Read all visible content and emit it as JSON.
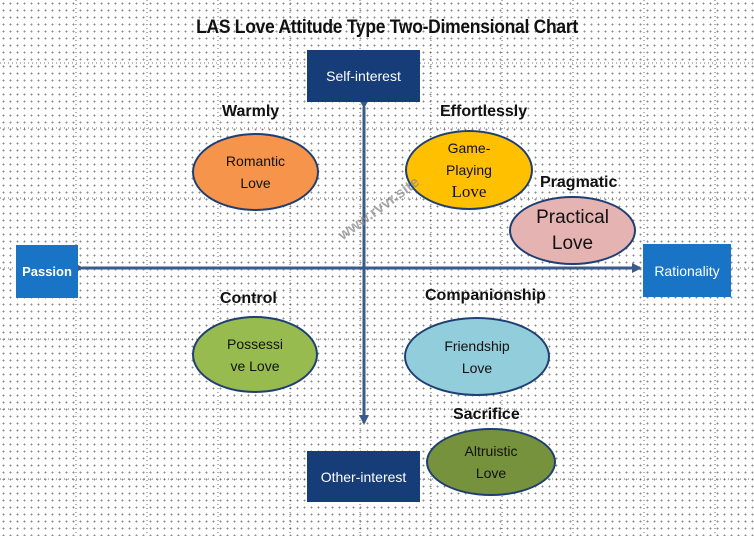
{
  "title": "LAS Love Attitude Type Two-Dimensional Chart",
  "axes": {
    "top": "Self-interest",
    "bottom": "Other-interest",
    "left": "Passion",
    "right": "Rationality"
  },
  "quadrant_labels": {
    "warmly": "Warmly",
    "effortlessly": "Effortlessly",
    "pragmatic": "Pragmatic",
    "control": "Control",
    "companionship": "Companionship",
    "sacrifice": "Sacrifice"
  },
  "ellipses": {
    "romantic": [
      "Romantic",
      "Love"
    ],
    "game": [
      "Game-",
      "Playing",
      "Love"
    ],
    "practical": [
      "Practical",
      "Love"
    ],
    "possessive": [
      "Possessi",
      "ve Love"
    ],
    "friendship": [
      "Friendship",
      "Love"
    ],
    "altruistic": [
      "Altruistic",
      "Love"
    ]
  },
  "colors": {
    "axis_line": "#3a5a8a",
    "romantic": "#f5944a",
    "game": "#ffc000",
    "practical": "#e6b3b3",
    "possessive": "#97bb4f",
    "friendship": "#92cddc",
    "altruistic": "#76923c"
  },
  "watermark": "www.rvvr.site"
}
